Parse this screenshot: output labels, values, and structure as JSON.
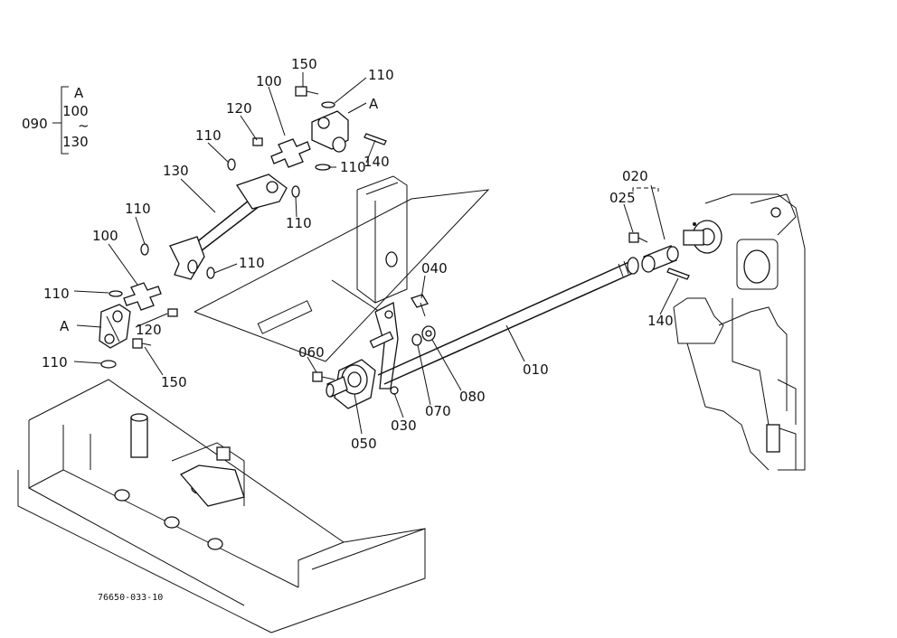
{
  "diagram": {
    "drawing_number": "76650-033-10",
    "parts": [
      {
        "id": "090",
        "group": [
          "A",
          "100",
          "130"
        ]
      },
      {
        "id": "150"
      },
      {
        "id": "110"
      },
      {
        "id": "A"
      },
      {
        "id": "100"
      },
      {
        "id": "120"
      },
      {
        "id": "140"
      },
      {
        "id": "130"
      },
      {
        "id": "020"
      },
      {
        "id": "025"
      },
      {
        "id": "040"
      },
      {
        "id": "060"
      },
      {
        "id": "070"
      },
      {
        "id": "080"
      },
      {
        "id": "010"
      },
      {
        "id": "030"
      },
      {
        "id": "050"
      }
    ],
    "callouts": {
      "g_a": "A",
      "g_100": "100",
      "g_tilde": "~",
      "g_130": "130",
      "g_090": "090",
      "c150_top": "150",
      "c110_top": "110",
      "cA_top": "A",
      "c100_top": "100",
      "c120_top": "120",
      "c110_left": "110",
      "c140_top": "140",
      "c110_mid": "110",
      "c130": "130",
      "c110_low": "110",
      "c110_a": "110",
      "c100_low": "100",
      "c110_b": "110",
      "c110_c": "110",
      "cA_low": "A",
      "c120_low": "120",
      "c110_d": "110",
      "c150_low": "150",
      "c020": "020",
      "c025": "025",
      "c040": "040",
      "c140_right": "140",
      "c060": "060",
      "c070": "070",
      "c080": "080",
      "c010": "010",
      "c030": "030",
      "c050": "050"
    }
  }
}
